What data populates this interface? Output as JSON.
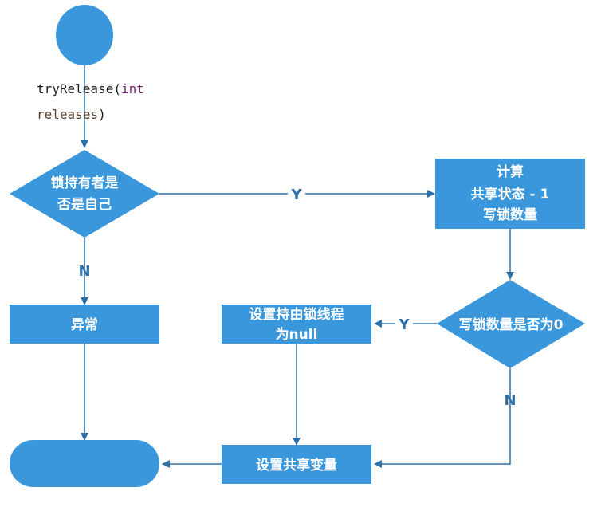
{
  "code_label": {
    "line1_plain": "tryRelease(",
    "line1_keyword": "int",
    "line2_param": "releases",
    "line2_plain": ")"
  },
  "nodes": {
    "decision_owner": {
      "line1": "锁持有者是",
      "line2": "否是自己"
    },
    "compute": {
      "line1": "计算",
      "line2": "共享状态 - 1",
      "line3": "写锁数量"
    },
    "decision_zero": {
      "label": "写锁数量是否为0"
    },
    "exception": {
      "label": "异常"
    },
    "set_owner_null": {
      "line1": "设置持由锁线程",
      "line2": "为null"
    },
    "set_shared": {
      "label": "设置共享变量"
    }
  },
  "edge_labels": {
    "owner_yes": "Y",
    "owner_no": "N",
    "zero_yes": "Y",
    "zero_no": "N"
  },
  "colors": {
    "node_fill": "#3b97dc",
    "line": "#2f6fa8"
  }
}
